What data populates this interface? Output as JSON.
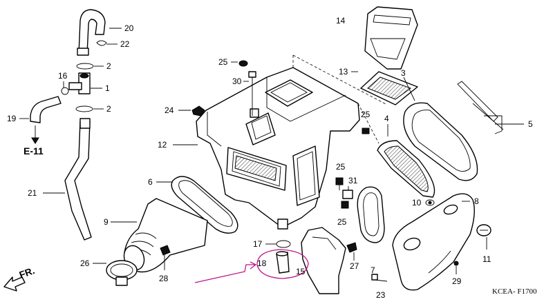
{
  "diagram": {
    "code": "KCEA- F1700",
    "ref_e11": "E-11",
    "fr_label": "FR.",
    "numbers": {
      "n1": "1",
      "n2a": "2",
      "n2b": "2",
      "n3": "3",
      "n4": "4",
      "n5": "5",
      "n6": "6",
      "n8": "8",
      "n9": "9",
      "n10": "10",
      "n11": "11",
      "n12": "12",
      "n13": "13",
      "n14": "14",
      "n15": "15",
      "n16": "16",
      "n17": "17",
      "n18": "18",
      "n19": "19",
      "n20": "20",
      "n21": "21",
      "n22": "22",
      "n23": "23",
      "n24": "24",
      "n25a": "25",
      "n25b": "25",
      "n25c": "25",
      "n25d": "25",
      "n26": "26",
      "n27": "27",
      "n28": "28",
      "n29": "29",
      "n30": "30",
      "n31": "31",
      "n7": "7"
    },
    "annotation_color": "#c0158a"
  }
}
